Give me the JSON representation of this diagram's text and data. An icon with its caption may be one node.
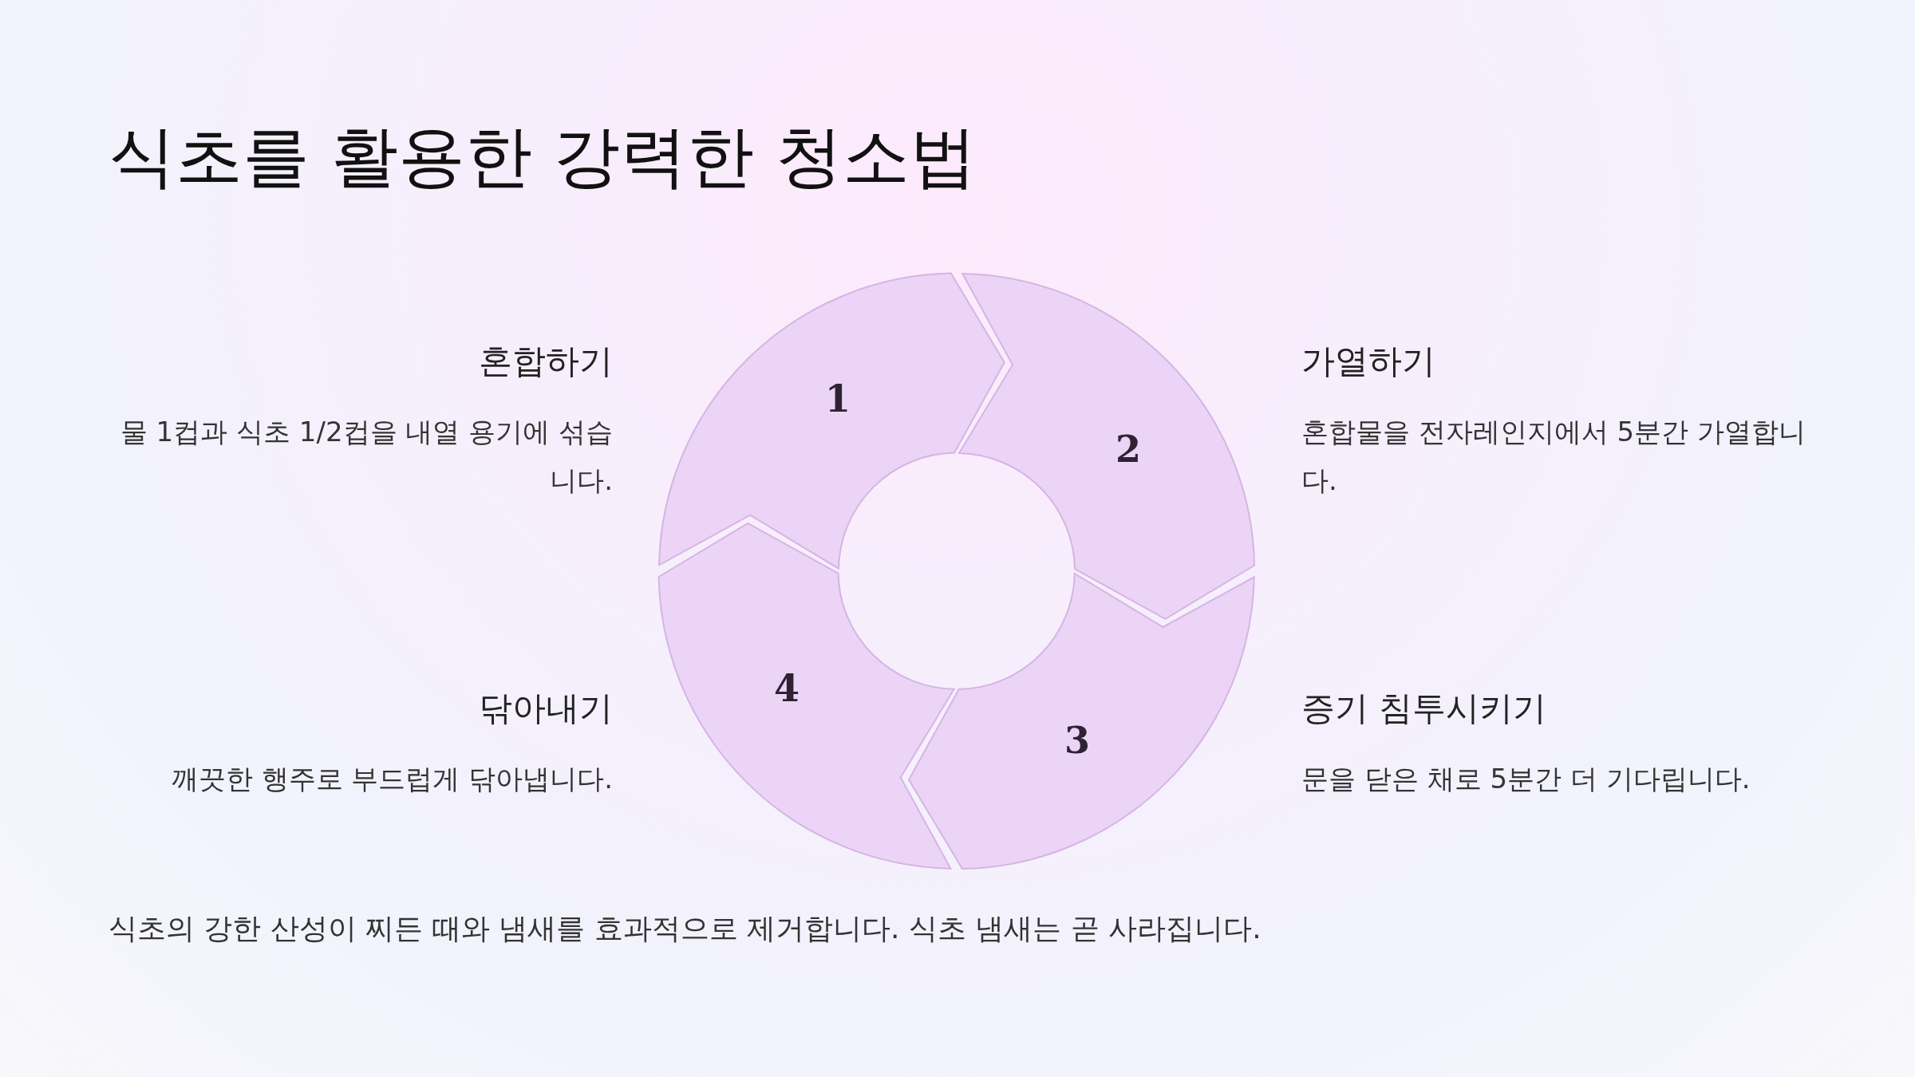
{
  "diagram": {
    "title": "식초를 활용한 강력한 청소법",
    "nodes": [
      {
        "text": [
          "1"
        ],
        "beside": [
          "혼합하기",
          "물 1컵과 식초 1/2컵을 내열 용기에 섞습니다."
        ]
      },
      {
        "text": [
          "2"
        ],
        "beside": [
          "가열하기",
          "혼합물을 전자레인지에서 5분간 가열합니다."
        ]
      },
      {
        "text": [
          "3"
        ],
        "beside": [
          "증기 침투시키기",
          "문을 닫은 채로 5분간 더 기다립니다."
        ]
      },
      {
        "text": [
          "4"
        ],
        "beside": [
          "닦아내기",
          "깨끗한 행주로 부드럽게 닦아냅니다."
        ]
      }
    ],
    "caption": "식초의 강한 산성이 찌든 때와 냄새를 효과적으로 제거합니다. 식초 냄새는 곧 사라집니다."
  }
}
